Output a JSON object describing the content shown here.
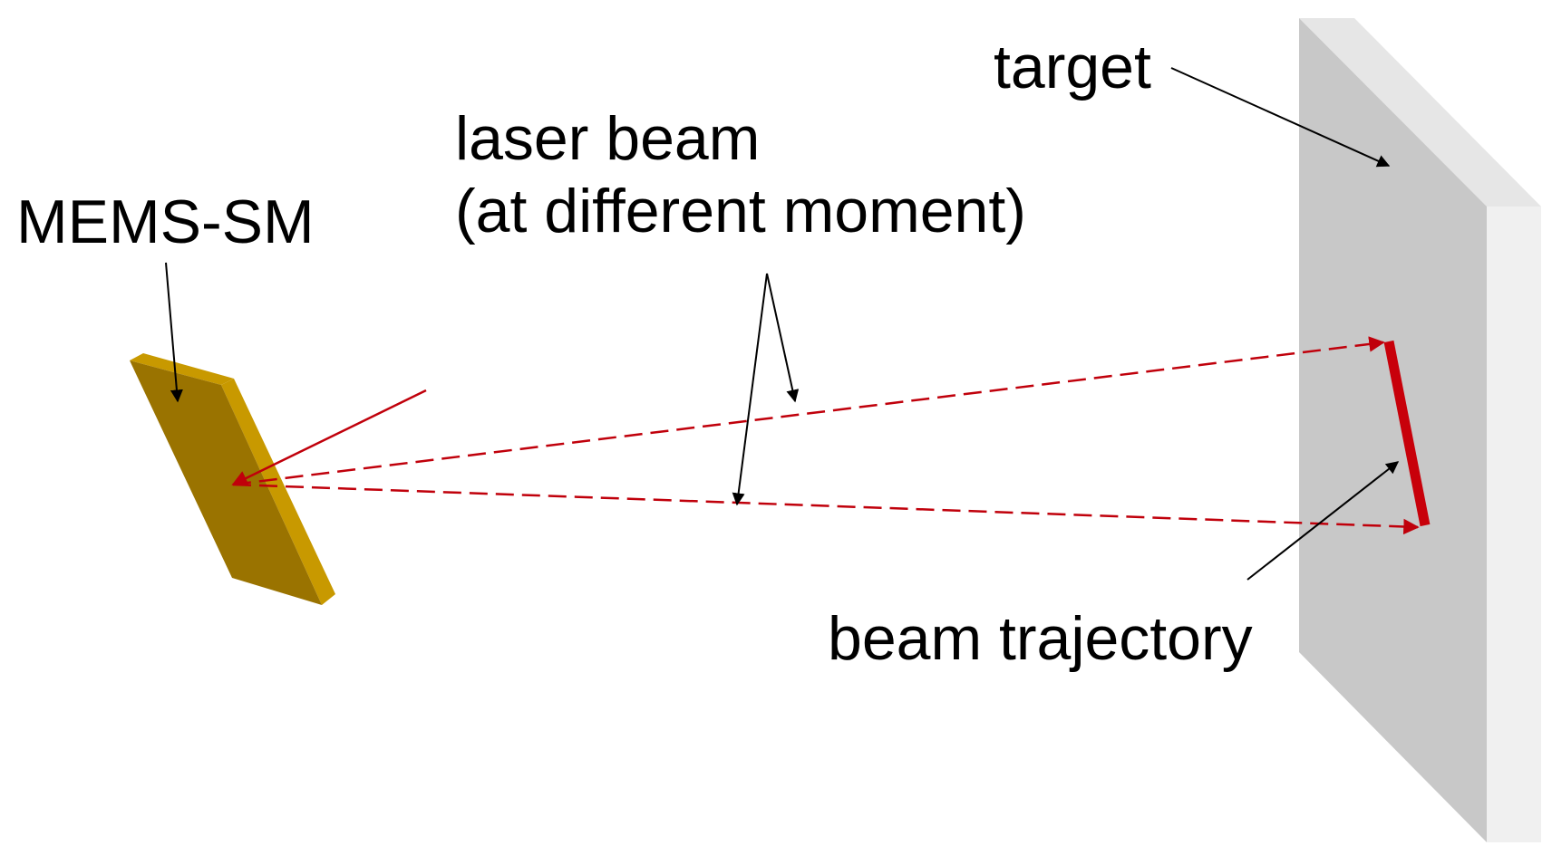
{
  "labels": {
    "mems": "MEMS-SM",
    "laser_line1": "laser beam",
    "laser_line2": "(at different moment)",
    "target": "target",
    "trajectory": "beam trajectory"
  },
  "colors": {
    "beam": "#c0000b",
    "trajectory": "#c8000a",
    "mirror_face": "#9a7300",
    "mirror_edge": "#c89900",
    "target_face": "#c8c8c8",
    "target_edge": "#e6e6e6",
    "target_side": "#f0f0f0",
    "pointer": "#000000"
  }
}
